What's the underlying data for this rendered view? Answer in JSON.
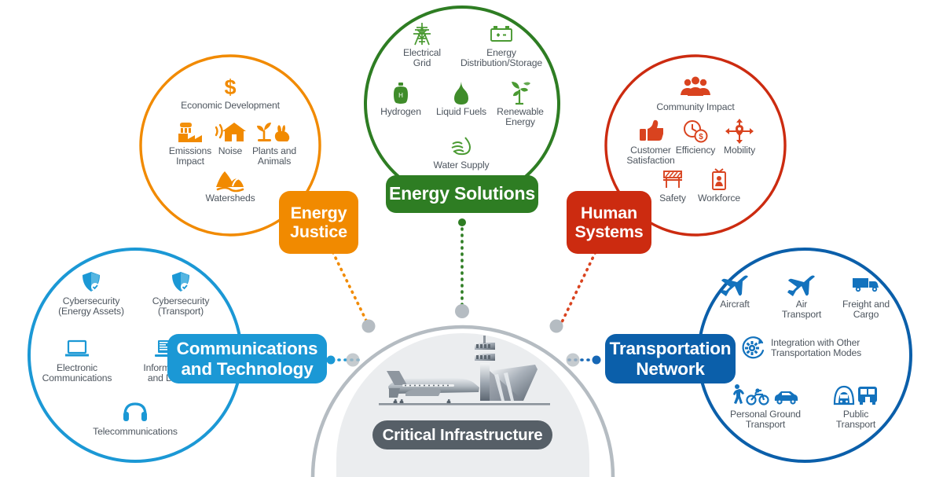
{
  "diagram": {
    "title": "Critical Infrastructure",
    "center": {
      "label": "Critical Infrastructure",
      "icon": "airport-illustration-icon",
      "color": "#565f67"
    },
    "colors": {
      "energy_justice": "#f18a00",
      "energy_solutions": "#2e7d23",
      "human_systems": "#cc2b10",
      "communications": "#1b98d5",
      "transportation": "#0b5faa",
      "hub_grey": "#565f67",
      "hub_fill": "#ebedef",
      "caption_text": "#4e565f",
      "connector_grey": "#b5bcc2"
    },
    "clusters": [
      {
        "id": "energy-justice",
        "label": "Energy\nJustice",
        "color": "#f18a00",
        "items": [
          {
            "caption": "Economic Development",
            "icon": "dollar-sign-icon"
          },
          {
            "caption": "Emissions\nImpact",
            "icon": "factory-smoke-icon"
          },
          {
            "caption": "Noise",
            "icon": "house-sound-waves-icon"
          },
          {
            "caption": "Plants and\nAnimals",
            "icon": "plant-and-rabbit-icon"
          },
          {
            "caption": "Watersheds",
            "icon": "watershed-river-icon"
          }
        ]
      },
      {
        "id": "energy-solutions",
        "label": "Energy Solutions",
        "color": "#2e7d23",
        "items": [
          {
            "caption": "Electrical\nGrid",
            "icon": "transmission-tower-icon"
          },
          {
            "caption": "Energy\nDistribution/Storage",
            "icon": "battery-icon"
          },
          {
            "caption": "Hydrogen",
            "icon": "hydrogen-tank-icon"
          },
          {
            "caption": "Liquid Fuels",
            "icon": "flame-icon"
          },
          {
            "caption": "Renewable\nEnergy",
            "icon": "wind-turbine-leaf-icon"
          },
          {
            "caption": "Water Supply",
            "icon": "water-drop-waves-icon"
          }
        ]
      },
      {
        "id": "human-systems",
        "label": "Human\nSystems",
        "color": "#cc2b10",
        "items": [
          {
            "caption": "Community Impact",
            "icon": "people-group-icon"
          },
          {
            "caption": "Customer\nSatisfaction",
            "icon": "thumbs-up-icon"
          },
          {
            "caption": "Efficiency",
            "icon": "clock-dollar-icon"
          },
          {
            "caption": "Mobility",
            "icon": "four-way-arrows-pin-icon"
          },
          {
            "caption": "Safety",
            "icon": "road-barrier-icon"
          },
          {
            "caption": "Workforce",
            "icon": "id-badge-icon"
          }
        ]
      },
      {
        "id": "communications-and-technology",
        "label": "Communications\nand Technology",
        "color": "#1b98d5",
        "items": [
          {
            "caption": "Cybersecurity\n(Energy Assets)",
            "icon": "shield-check-icon"
          },
          {
            "caption": "Cybersecurity\n(Transport)",
            "icon": "shield-check-icon"
          },
          {
            "caption": "Electronic\nCommunications",
            "icon": "laptop-icon"
          },
          {
            "caption": "Information\nand Data",
            "icon": "laptop-data-icon"
          },
          {
            "caption": "Telecommunications",
            "icon": "headset-icon"
          }
        ]
      },
      {
        "id": "transportation-network",
        "label": "Transportation\nNetwork",
        "color": "#0b5faa",
        "items": [
          {
            "caption": "Aircraft",
            "icon": "airplane-icon"
          },
          {
            "caption": "Air\nTransport",
            "icon": "airplane-icon"
          },
          {
            "caption": "Freight and\nCargo",
            "icon": "truck-icon"
          },
          {
            "caption": "Integration with Other\nTransportation Modes",
            "icon": "gear-sync-icon"
          },
          {
            "caption": "Personal Ground\nTransport",
            "icon": "pedestrian-bike-car-icon"
          },
          {
            "caption": "Public\nTransport",
            "icon": "train-bus-icon"
          }
        ]
      }
    ]
  }
}
